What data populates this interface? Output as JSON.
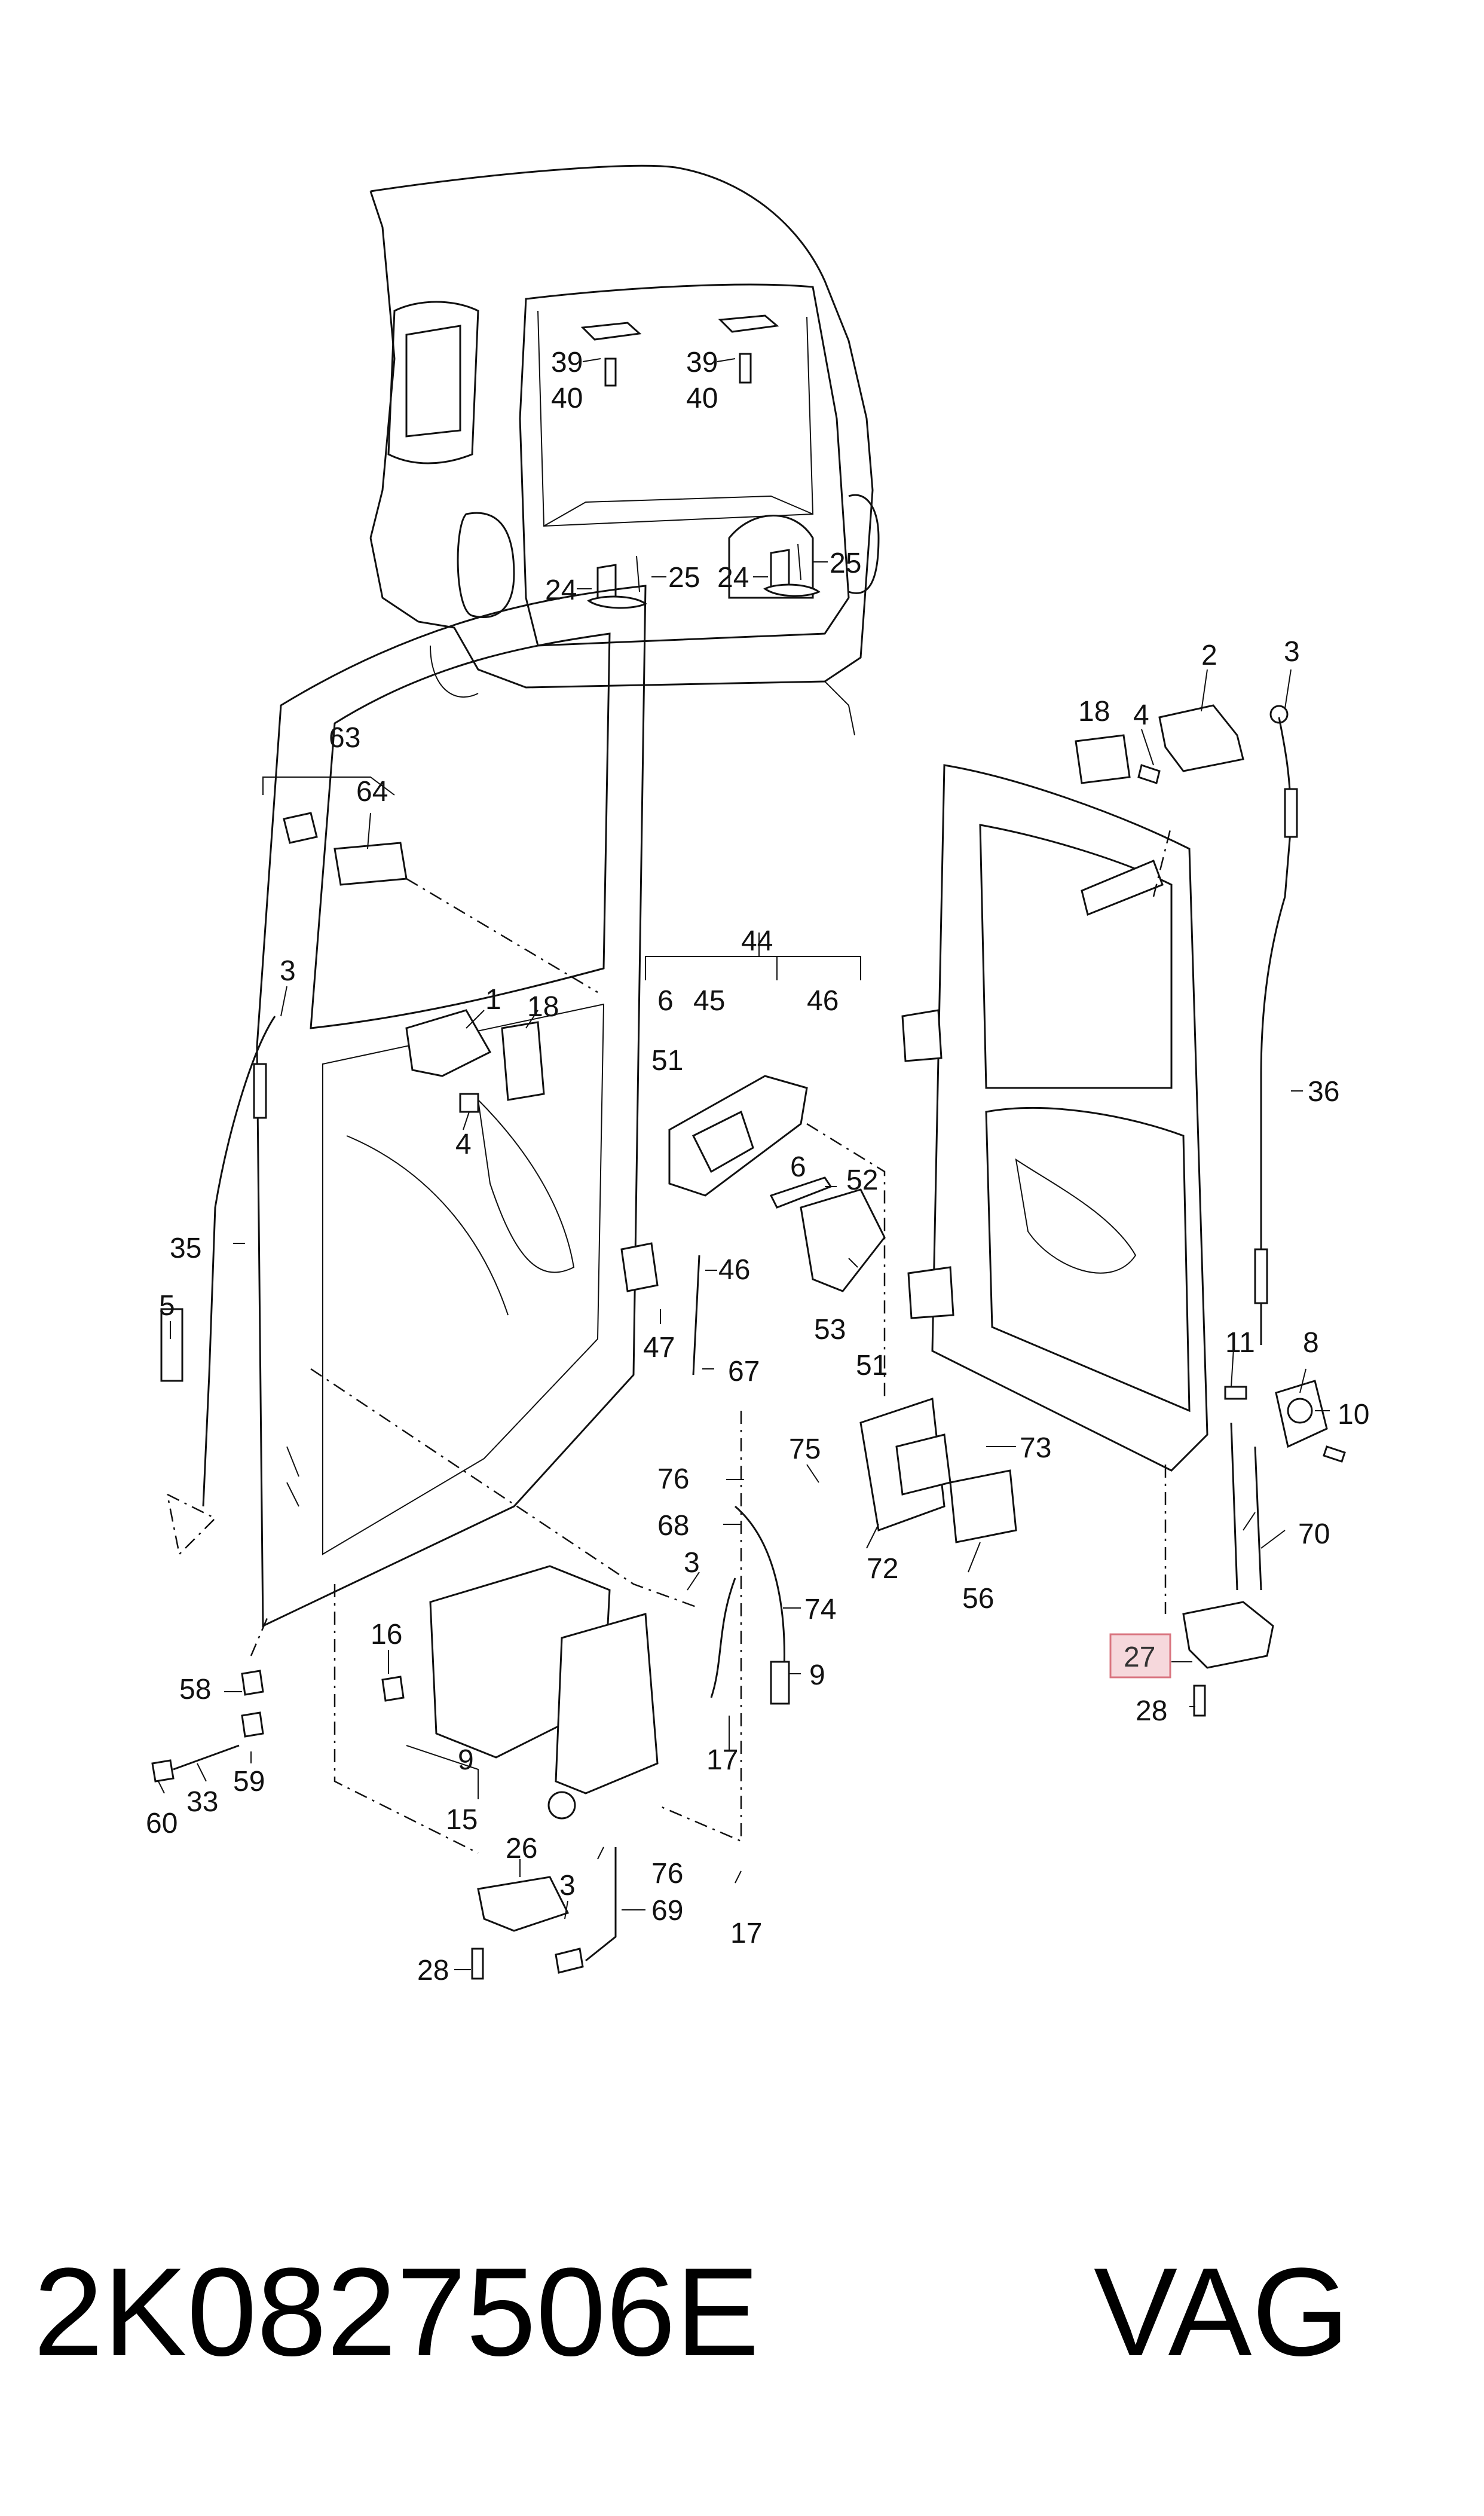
{
  "callouts": {
    "c39a": "39",
    "c40a": "40",
    "c39b": "39",
    "c40b": "40",
    "c24a": "24",
    "c25a": "25",
    "c24b": "24",
    "c25b": "25",
    "c2": "2",
    "c3a": "3",
    "c18a": "18",
    "c4a": "4",
    "c36": "36",
    "c63": "63",
    "c64": "64",
    "c3b": "3",
    "c1": "1",
    "c18b": "18",
    "c4b": "4",
    "c44": "44",
    "c6a": "6",
    "c45": "45",
    "c46a": "46",
    "c51a": "51",
    "c6b": "6",
    "c52": "52",
    "c46b": "46",
    "c53": "53",
    "c51b": "51",
    "c47": "47",
    "c67": "67",
    "c35": "35",
    "c5": "5",
    "c11": "11",
    "c8": "8",
    "c10": "10",
    "c70": "70",
    "c73": "73",
    "c75": "75",
    "c76a": "76",
    "c68": "68",
    "c74": "74",
    "c72": "72",
    "c56": "56",
    "c3c": "3",
    "c9a": "9",
    "c16": "16",
    "c58": "58",
    "c59": "59",
    "c33": "33",
    "c60": "60",
    "c9b": "9",
    "c15": "15",
    "c17a": "17",
    "c26": "26",
    "c76b": "76",
    "c3d": "3",
    "c69": "69",
    "c17b": "17",
    "c28a": "28",
    "c27": "27",
    "c28b": "28"
  },
  "highlighted_callout": "27",
  "footer": {
    "part_number": "2K0827506E",
    "brand": "VAG"
  }
}
